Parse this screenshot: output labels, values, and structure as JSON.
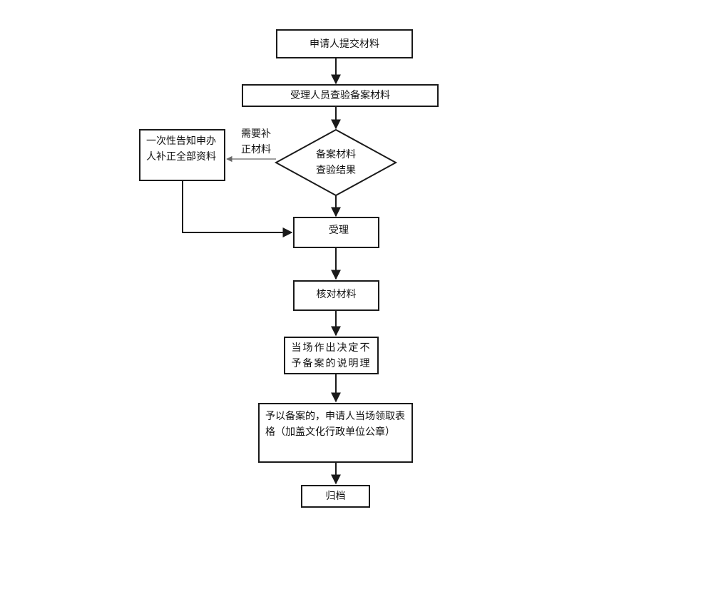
{
  "flowchart": {
    "nodes": {
      "submit": "申请人提交材料",
      "inspect": "受理人员查验备案材料",
      "result_line1": "备案材料",
      "result_line2": "查验结果",
      "notify_line1": "一次性告知申办",
      "notify_line2": "人补正全部资料",
      "accept": "受理",
      "verify": "核对材料",
      "decide_line1": "当场作出决定不",
      "decide_line2": "予备案的说明理",
      "issue_line1": "予以备案的，申请人当场领取表",
      "issue_line2": "格（加盖文化行政单位公章）",
      "archive": "归档"
    },
    "edge_labels": {
      "need_supplement_line1": "需要补",
      "need_supplement_line2": "正材料"
    },
    "colors": {
      "line": "#1a1a1a",
      "light_line": "#888888"
    }
  }
}
